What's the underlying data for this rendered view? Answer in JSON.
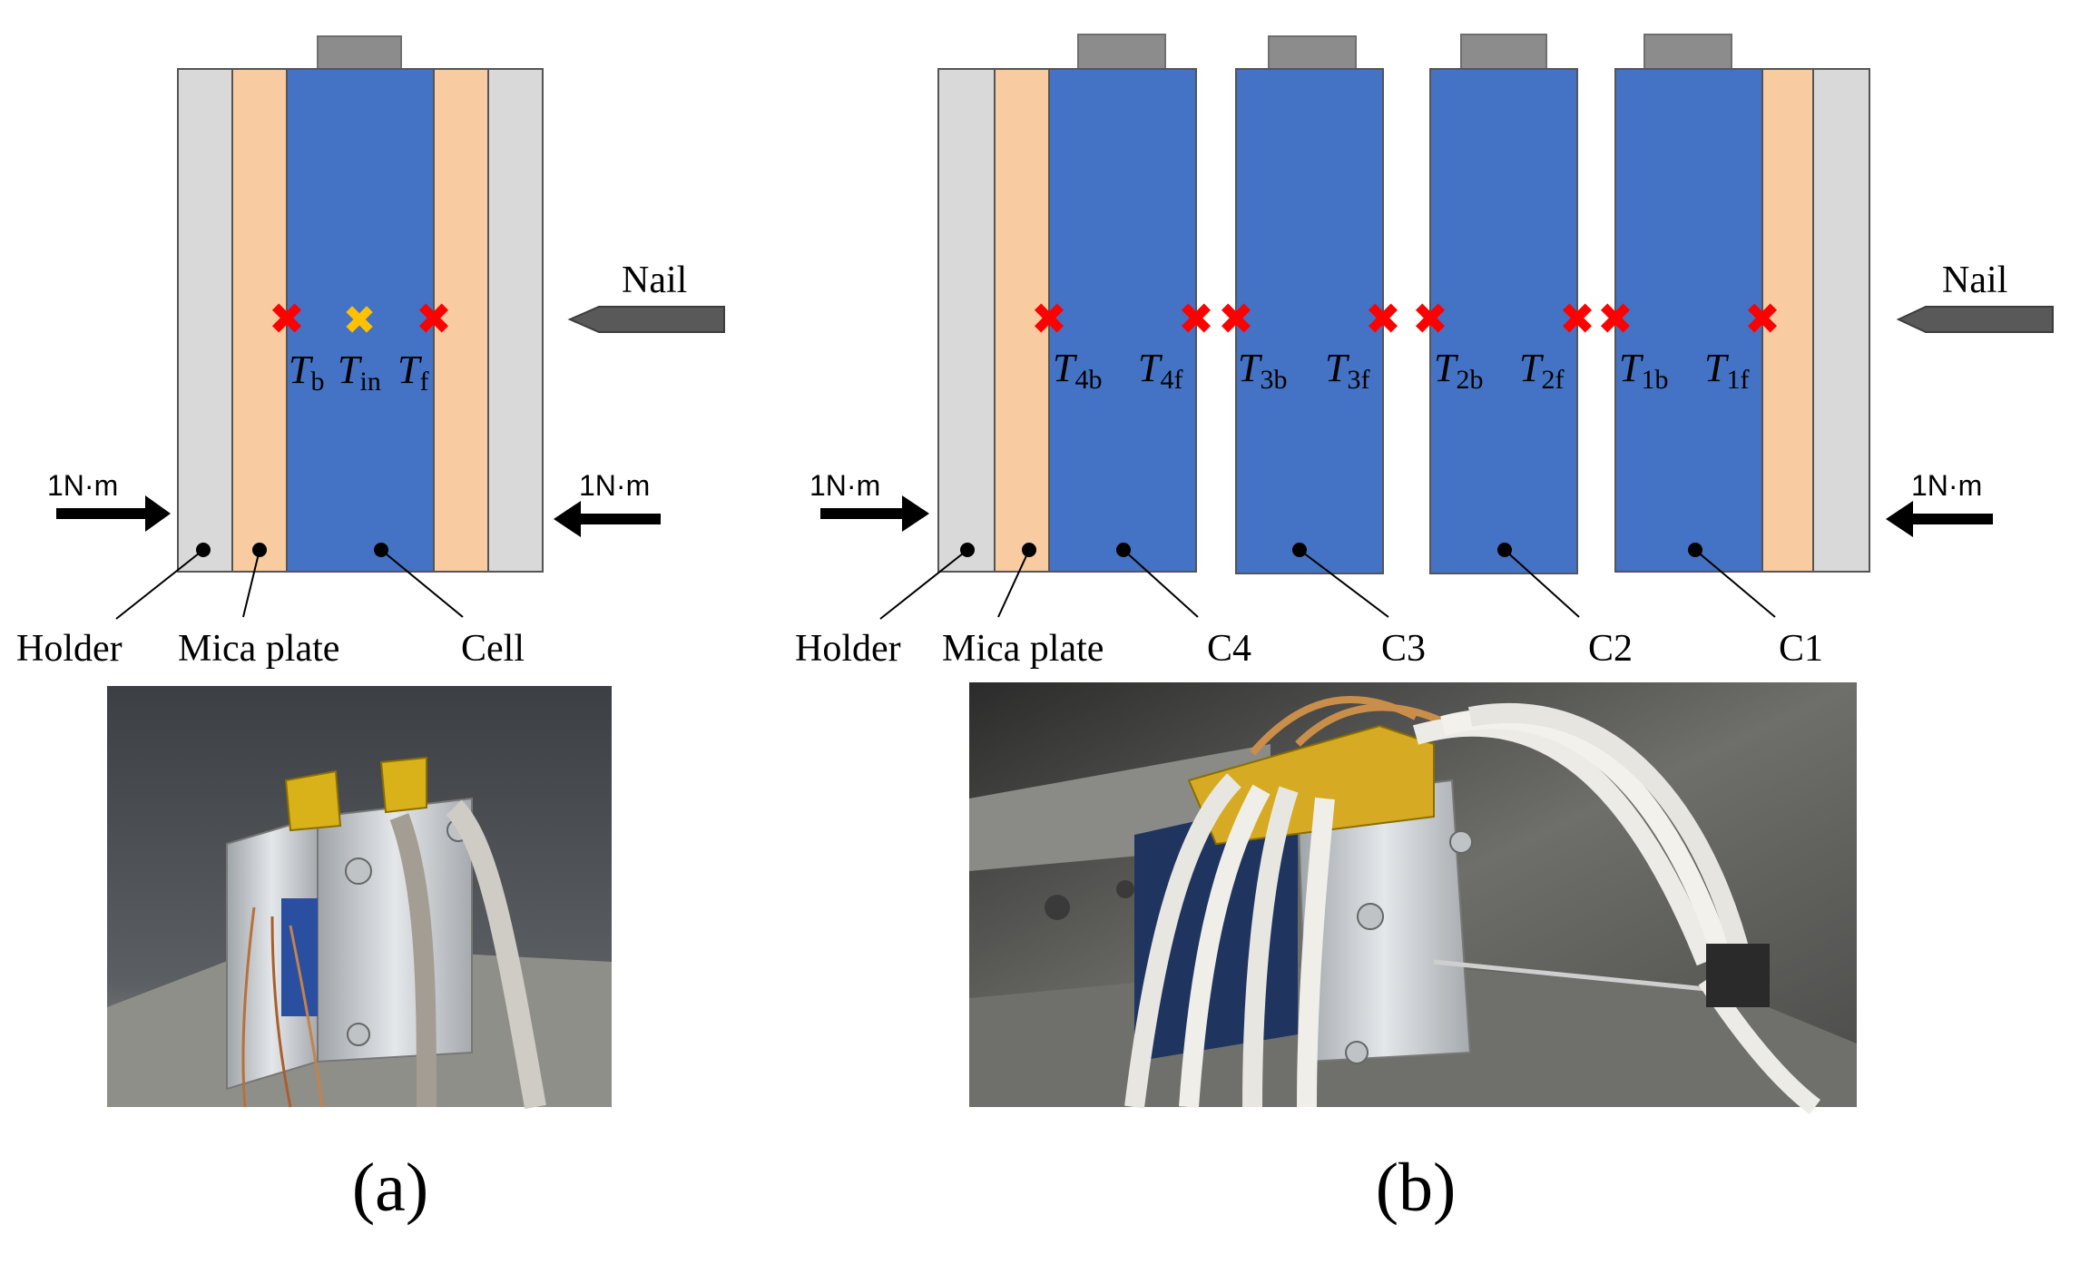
{
  "panel_a": {
    "caption": "(a)",
    "nail_label": "Nail",
    "torque_left": "1N·m",
    "torque_right": "1N·m",
    "holder_label": "Holder",
    "mica_label": "Mica plate",
    "cell_label": "Cell",
    "sensors": [
      {
        "symbol": "T",
        "sub": "b"
      },
      {
        "symbol": "T",
        "sub": "in"
      },
      {
        "symbol": "T",
        "sub": "f"
      }
    ],
    "photo_alt": "photo of single-cell nail penetration setup"
  },
  "panel_b": {
    "caption": "(b)",
    "nail_label": "Nail",
    "torque_left": "1N·m",
    "torque_right": "1N·m",
    "holder_label": "Holder",
    "mica_label": "Mica plate",
    "cell_labels": [
      "C4",
      "C3",
      "C2",
      "C1"
    ],
    "sensors": [
      {
        "symbol": "T",
        "sub": "4b"
      },
      {
        "symbol": "T",
        "sub": "4f"
      },
      {
        "symbol": "T",
        "sub": "3b"
      },
      {
        "symbol": "T",
        "sub": "3f"
      },
      {
        "symbol": "T",
        "sub": "2b"
      },
      {
        "symbol": "T",
        "sub": "2f"
      },
      {
        "symbol": "T",
        "sub": "1b"
      },
      {
        "symbol": "T",
        "sub": "1f"
      }
    ],
    "photo_alt": "photo of four-cell module nail penetration setup"
  },
  "colors": {
    "holder": "#d9d9d9",
    "mica": "#f8cba0",
    "cell": "#4472c4",
    "tab": "#8c8c8c",
    "nail": "#595959",
    "marker_red": "#ff0000",
    "marker_yellow": "#ffc000"
  }
}
